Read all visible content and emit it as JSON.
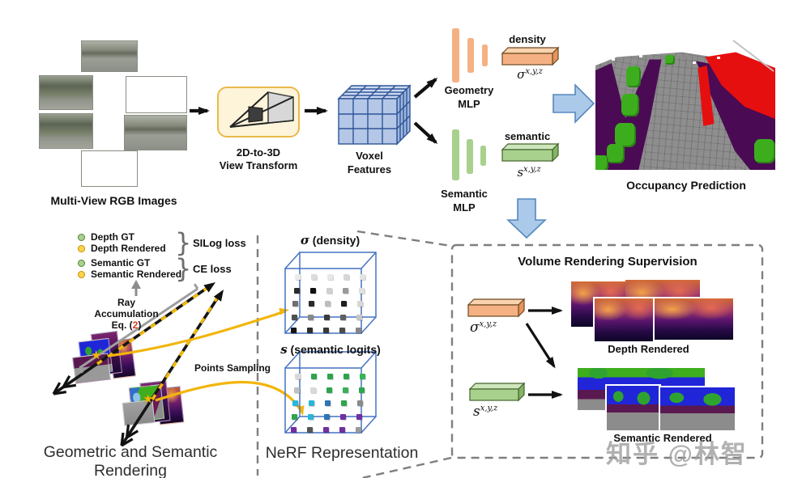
{
  "top": {
    "multiview_label": "Multi-View RGB Images",
    "view_transform": {
      "line1": "2D-to-3D",
      "line2": "View Transform"
    },
    "voxel": {
      "line1": "Voxel",
      "line2": "Features"
    },
    "geometry_mlp": {
      "line1": "Geometry",
      "line2": "MLP"
    },
    "semantic_mlp": {
      "line1": "Semantic",
      "line2": "MLP"
    },
    "density_label": "density",
    "sigma_sym": "σ",
    "sigma_sup": "x,y,z",
    "semantic_label": "semantic",
    "s_sym": "s",
    "s_sup": "x,y,z",
    "occupancy_label": "Occupancy Prediction"
  },
  "rendering": {
    "legend": [
      {
        "label": "Depth GT",
        "color": "#A9D18E",
        "border": "#548235"
      },
      {
        "label": "Depth Rendered",
        "color": "#FFD34D",
        "border": "#BF9000"
      },
      {
        "label": "Semantic GT",
        "color": "#A9D18E",
        "border": "#548235"
      },
      {
        "label": "Semantic Rendered",
        "color": "#FFD34D",
        "border": "#BF9000"
      }
    ],
    "losses": [
      {
        "label": "SILog loss"
      },
      {
        "label": "CE loss"
      }
    ],
    "brace": "}",
    "ray_line1": "Ray Accumulation",
    "eq_prefix": "Eq. (",
    "eq_number": "2",
    "eq_suffix": ")",
    "points_sampling": "Points Sampling",
    "title": "Geometric and Semantic Rendering"
  },
  "nerf": {
    "density_title_sym": "σ",
    "density_title_rest": "(density)",
    "semantic_title_sym": "s",
    "semantic_title_rest": "(semantic logits)",
    "title": "NeRF Representation",
    "density_dots": [
      [
        "#ececec",
        "#dcdcdc",
        "#e8e8e8",
        "#d7d7d7",
        "#e3e3e3"
      ],
      [
        "#2b2b2b",
        "#0f0f0f",
        "#cfcfcf",
        "#9a9a9a",
        "#e0e0e0"
      ],
      [
        "#6f6f6f",
        "#2a2a2a",
        "#bdbdbd",
        "#1d1d1d",
        "#d6d6d6"
      ],
      [
        "#4f4f4f",
        "#8a8a8a",
        "#3c3c3c",
        "#5f5f5f",
        "#c6c6c6"
      ],
      [
        "#161616",
        "#2e2e2e",
        "#383838",
        "#4c4c4c",
        "#868686"
      ]
    ],
    "semantic_dots": [
      [
        "#d9d9d9",
        "#2EA44E",
        "#2EA44E",
        "#2EA44E",
        "#35b457"
      ],
      [
        "#bfbfbf",
        "#d9d9d9",
        "#2EA44E",
        "#39b059",
        "#2EA44E"
      ],
      [
        "#29B6D8",
        "#29B6D8",
        "#2E75B6",
        "#2EA44E",
        "#8a8a8a"
      ],
      [
        "#2EA44E",
        "#29B6D8",
        "#2E75B6",
        "#7030A0",
        "#7030A0"
      ],
      [
        "#7030A0",
        "#555555",
        "#7030A0",
        "#7030A0",
        "#9a9a9a"
      ]
    ]
  },
  "supervision": {
    "title": "Volume Rendering Supervision",
    "sigma_sym": "σ",
    "sigma_sup": "x,y,z",
    "s_sym": "s",
    "s_sup": "x,y,z",
    "depth_label": "Depth Rendered",
    "semantic_label": "Semantic Rendered"
  },
  "watermark": "知乎 @林智",
  "colors": {
    "mlp_orange": "#F5B183",
    "mlp_green": "#A9D18E",
    "voxel_blue_fill": "#B4C7E7",
    "voxel_blue_line": "#2F5597",
    "flow_arrow_blue": "#ABC9E9",
    "ray_gold": "#F0B90B",
    "eq_number_red": "#E03A20",
    "dashed_gray": "#7f7f7f",
    "occ_road_gray": "#8e8e8e",
    "occ_purple": "#4A0B54",
    "occ_green": "#3CAE1E",
    "occ_red": "#E60F0F"
  }
}
